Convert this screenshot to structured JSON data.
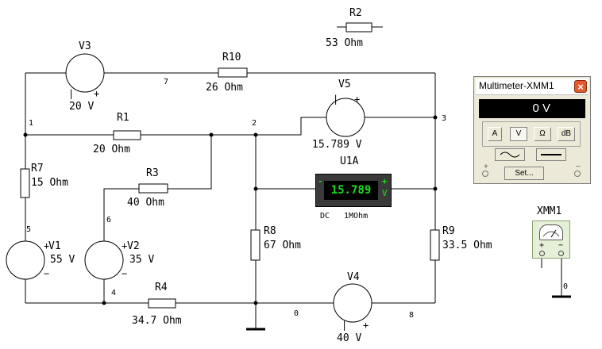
{
  "components": {
    "R1": {
      "name": "R1",
      "value": "20 Ohm"
    },
    "R2": {
      "name": "R2",
      "value": "53 Ohm"
    },
    "R3": {
      "name": "R3",
      "value": "40 Ohm"
    },
    "R4": {
      "name": "R4",
      "value": "34.7 Ohm"
    },
    "R7": {
      "name": "R7",
      "value": "15 Ohm"
    },
    "R8": {
      "name": "R8",
      "value": "67 Ohm"
    },
    "R9": {
      "name": "R9",
      "value": "33.5 Ohm"
    },
    "R10": {
      "name": "R10",
      "value": "26 Ohm"
    },
    "V1": {
      "name": "V1",
      "value": "55 V"
    },
    "V2": {
      "name": "V2",
      "value": "35 V"
    },
    "V3": {
      "name": "V3",
      "value": "20 V"
    },
    "V4": {
      "name": "V4",
      "value": "40 V"
    },
    "V5": {
      "name": "V5",
      "value": "15.789 V"
    }
  },
  "nodes": {
    "n0": "0",
    "n1": "1",
    "n2": "2",
    "n3": "3",
    "n4": "4",
    "n5": "5",
    "n6": "6",
    "n7": "7",
    "n8": "8"
  },
  "voltmeter": {
    "name": "U1A",
    "reading": "15.789",
    "unit": "V",
    "minus": "-",
    "plus": "+",
    "mode": "DC",
    "impedance": "1MOhm"
  },
  "multimeter_window": {
    "title": "Multimeter-XMM1",
    "close": "×",
    "display": "0 V",
    "modes": [
      "A",
      "V",
      "Ω",
      "dB"
    ],
    "set_label": "Set...",
    "term_plus": "+",
    "term_minus": "−"
  },
  "xmm1": {
    "name": "XMM1",
    "plus": "+",
    "minus": "−",
    "ground_node": "0"
  },
  "signs": {
    "plus": "+",
    "minus": "−",
    "bar": "|"
  }
}
